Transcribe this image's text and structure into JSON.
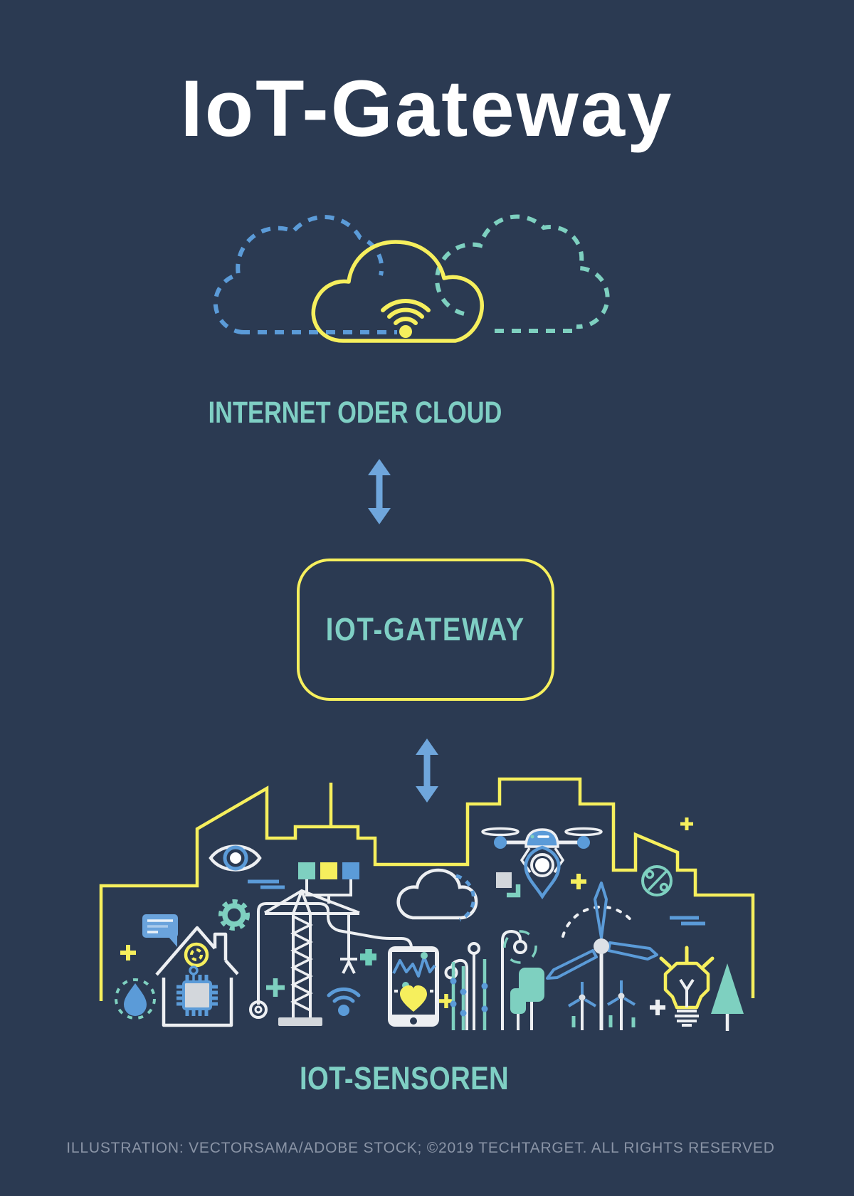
{
  "title": "IoT-Gateway",
  "labels": {
    "cloud": "INTERNET ODER CLOUD",
    "gateway": "IOT-GATEWAY",
    "sensors": "IOT-SENSOREN"
  },
  "footer": "ILLUSTRATION: VECTORSAMA/ADOBE STOCK; ©2019 TECHTARGET. ALL RIGHTS RESERVED",
  "colors": {
    "background": "#2B3A52",
    "accent_yellow": "#F6EF5D",
    "label_teal": "#7FCFC4",
    "icon_teal": "#7ED0C0",
    "icon_blue": "#5B9BD8",
    "arrow_blue": "#6FA6DC",
    "line_white": "#EDEFF2",
    "fill_gray": "#D3D7DC",
    "footer_gray": "#8A94A6",
    "title_white": "#FFFFFF"
  },
  "icons": [
    "wifi-cloud-icon",
    "dashed-cloud-left-icon",
    "dashed-cloud-right-icon",
    "double-arrow-icon",
    "city-skyline",
    "eye-icon",
    "signal-lines-icon",
    "gear-icon",
    "chat-bubble-icon",
    "plus-icon",
    "water-drop-icon",
    "smart-home-icon",
    "shutter-camera-icon",
    "microchip-icon",
    "tower-crane-icon",
    "hook-icon",
    "wifi-icon",
    "traffic-light-icon",
    "cloud-icon",
    "drone-icon",
    "camera-pin-icon",
    "layers-icon",
    "percent-icon",
    "wind-turbine-icon",
    "street-lamp-icon",
    "sign-panel-icon",
    "sensor-post-icon",
    "tablet-health-icon",
    "heart-icon",
    "medical-cross-icon",
    "lightbulb-icon",
    "tree-icon"
  ]
}
